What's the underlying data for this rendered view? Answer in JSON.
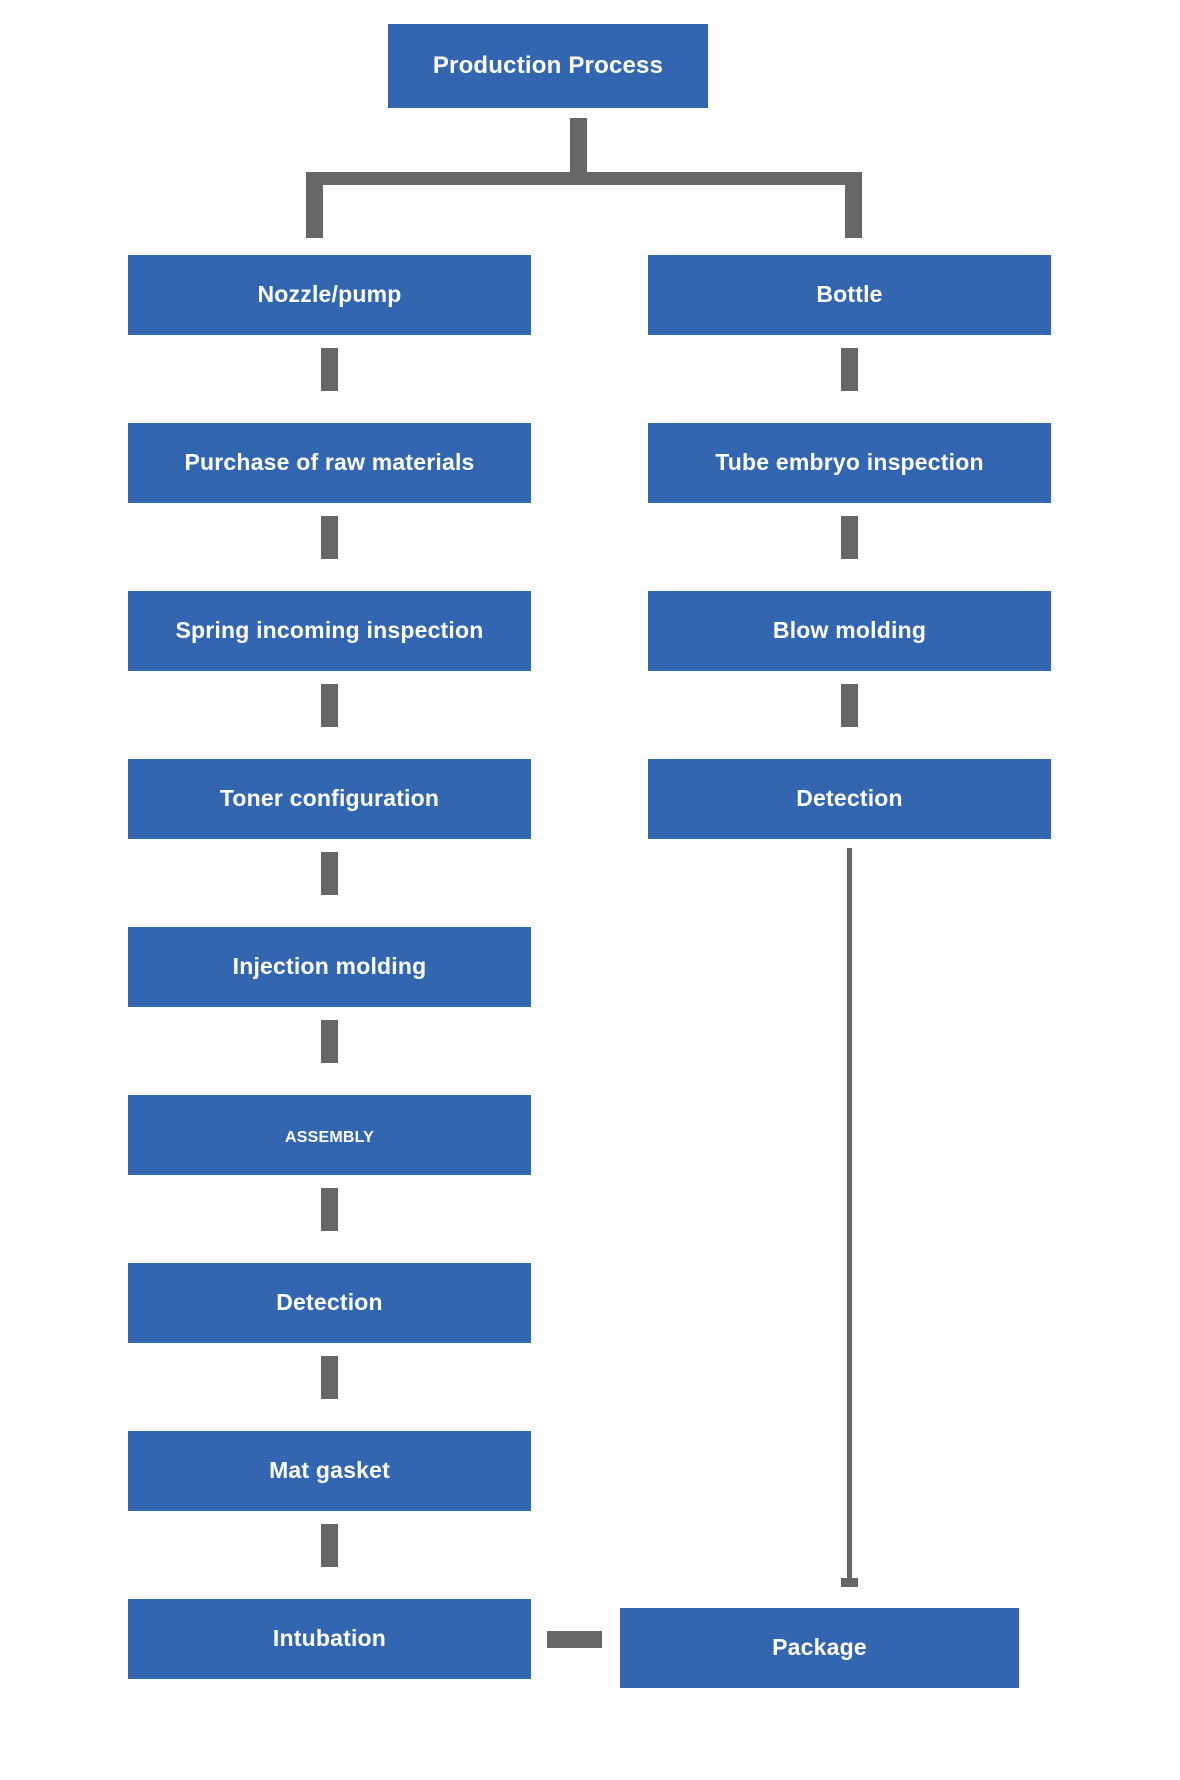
{
  "diagram": {
    "title_node": {
      "label": "Production Process"
    },
    "branches": [
      {
        "name": "nozzle-pump-branch",
        "header": "Nozzle/pump",
        "steps": [
          "Purchase of raw materials",
          "Spring incoming inspection",
          "Toner configuration",
          "Injection molding",
          "Assembly",
          "Detection",
          "Mat gasket",
          "Intubation"
        ]
      },
      {
        "name": "bottle-branch",
        "header": "Bottle",
        "steps": [
          "Tube embryo inspection",
          "Blow molding",
          "Detection"
        ]
      }
    ],
    "terminal_node": {
      "label": "Package"
    },
    "colors": {
      "node_fill": "#3366b0",
      "node_text": "#ffffff",
      "connector": "#666666",
      "background": "#ffffff"
    }
  }
}
